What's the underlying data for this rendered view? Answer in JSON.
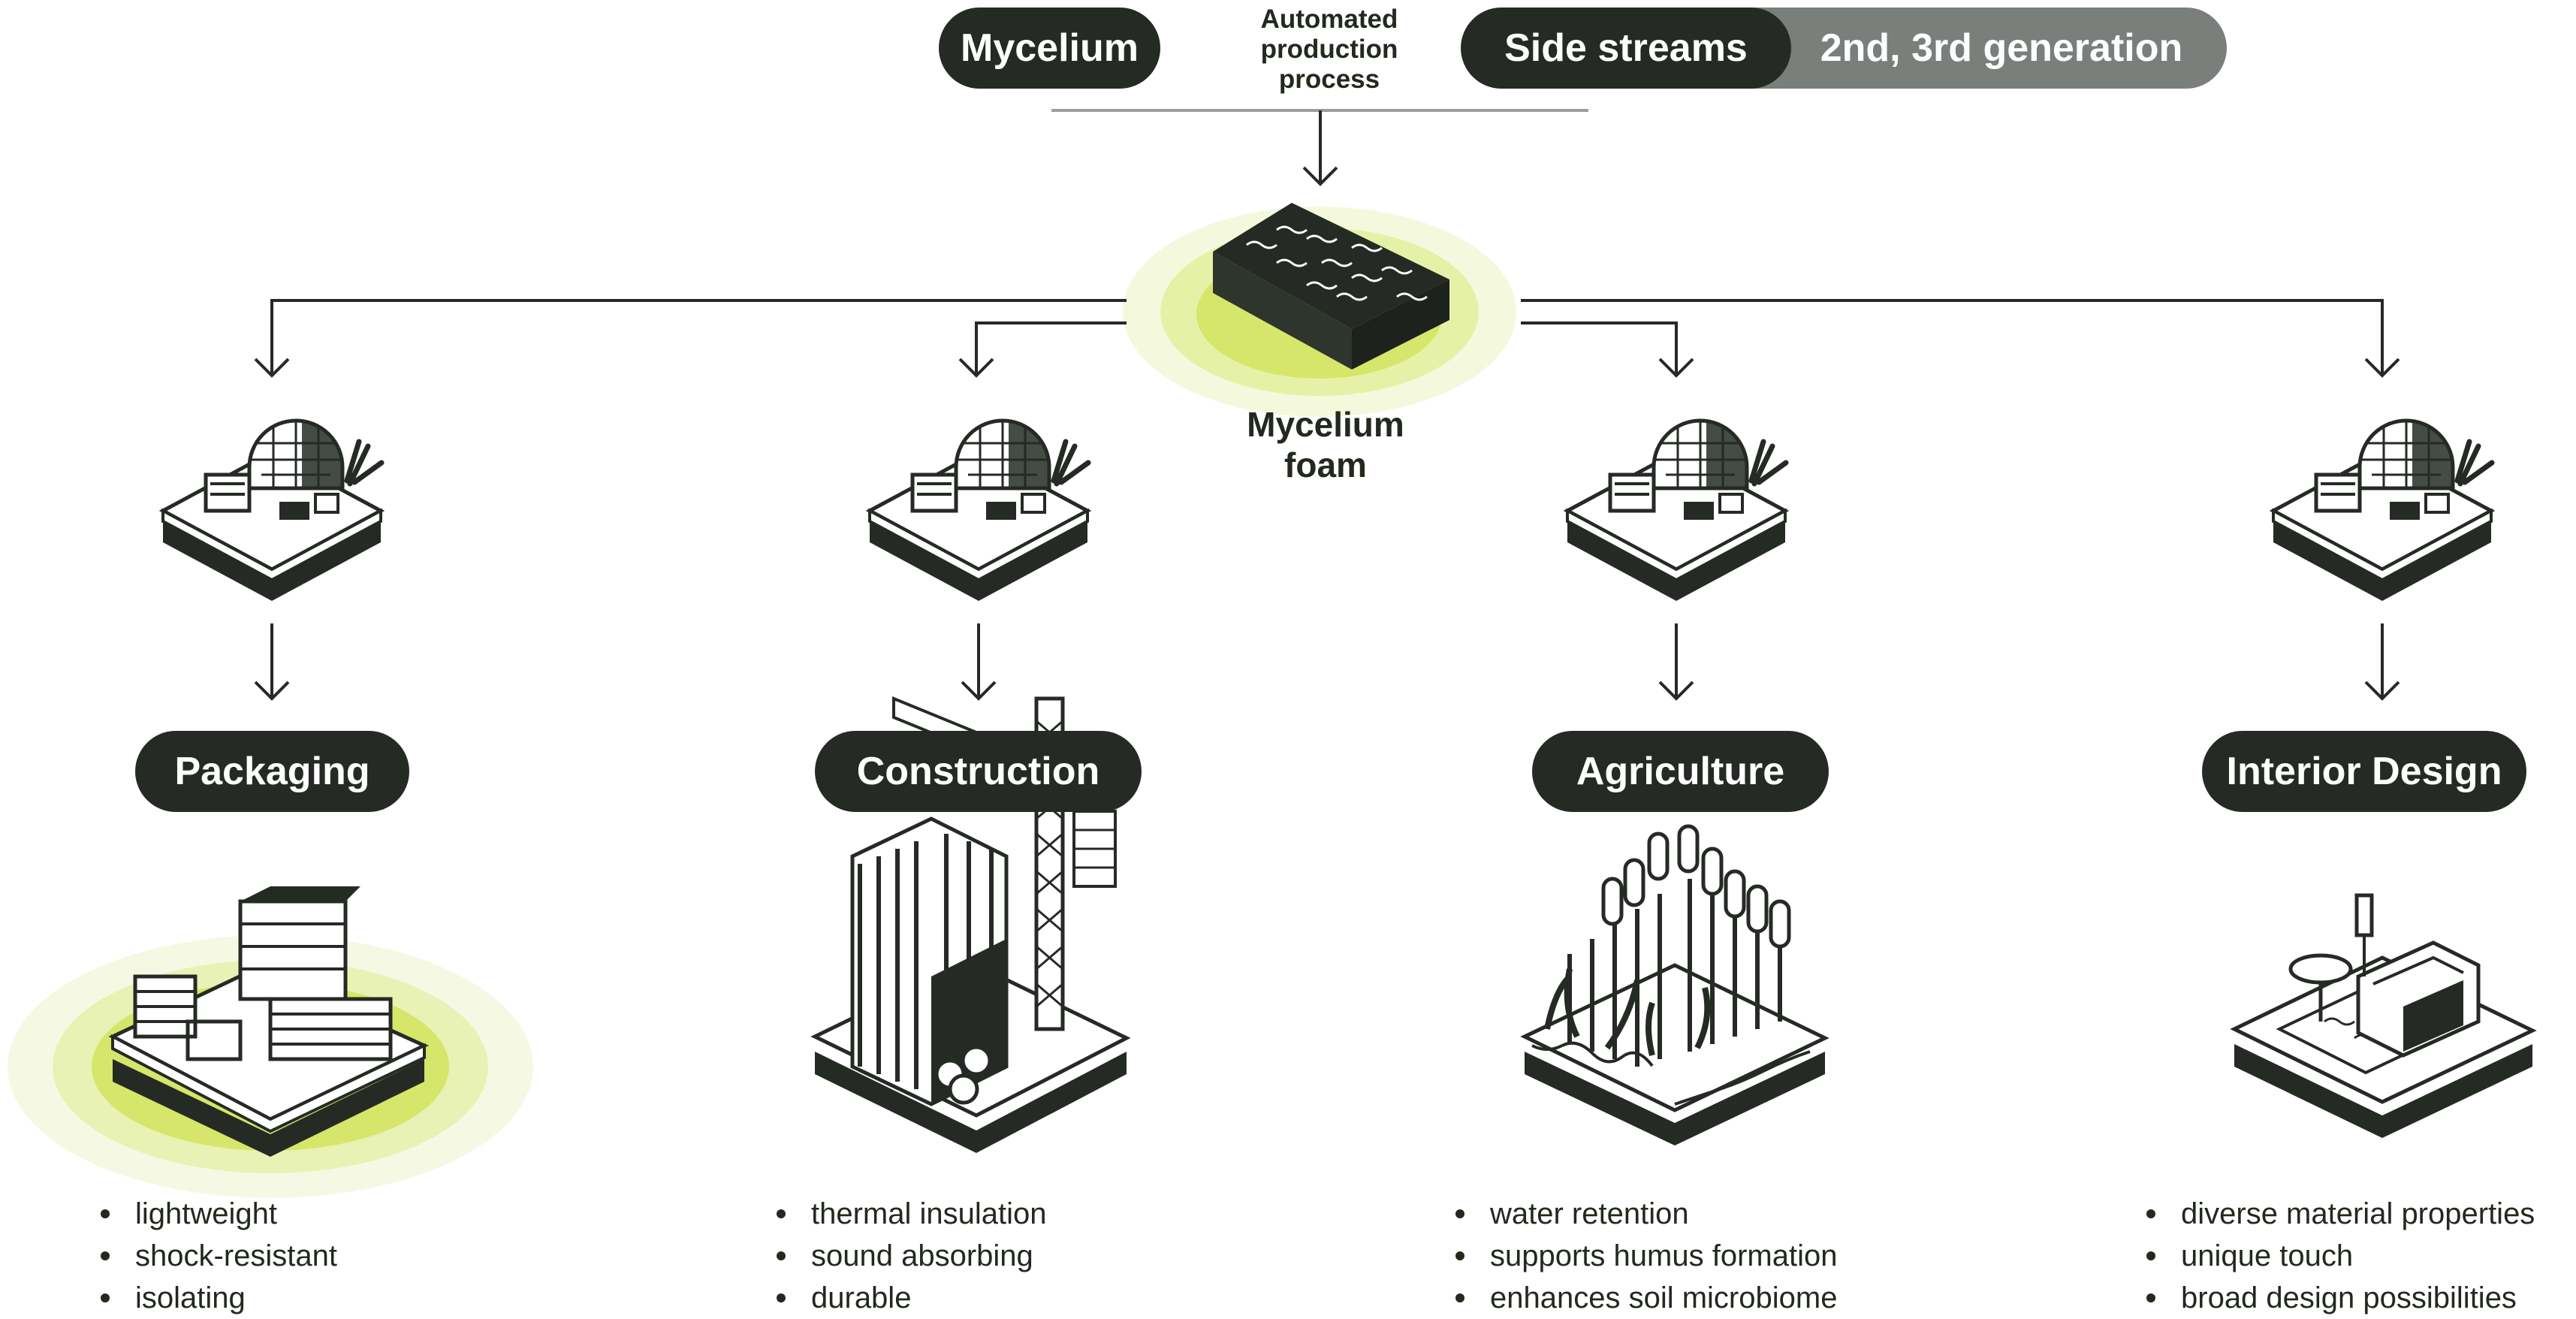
{
  "header": {
    "mycelium": "Mycelium",
    "process_lines": [
      "Automated",
      "production",
      "process"
    ],
    "side_streams": "Side streams",
    "generation": "2nd, 3rd generation"
  },
  "center": {
    "foam_lines": [
      "Mycelium",
      "foam"
    ]
  },
  "categories": [
    {
      "label": "Packaging",
      "features": [
        "lightweight",
        "shock-resistant",
        "isolating"
      ]
    },
    {
      "label": "Construction",
      "features": [
        "thermal insulation",
        "sound absorbing",
        "durable"
      ]
    },
    {
      "label": "Agriculture",
      "features": [
        "water retention",
        "supports humus formation",
        "enhances soil microbiome"
      ]
    },
    {
      "label": "Interior Design",
      "features": [
        "diverse material properties",
        "unique touch",
        "broad design possibilities"
      ]
    }
  ],
  "icons": {
    "foam": "mycelium-foam-block-icon",
    "facility": "production-facility-icon",
    "packaging": "packaging-boxes-icon",
    "construction": "construction-site-icon",
    "agriculture": "agriculture-field-icon",
    "interior": "interior-design-icon"
  },
  "colors": {
    "dark": "#252b24",
    "gray_pill": "#7b7f7b",
    "lime": "#dbe96b",
    "lime_light": "#eef5c0",
    "lime_pale": "#f7faec"
  }
}
